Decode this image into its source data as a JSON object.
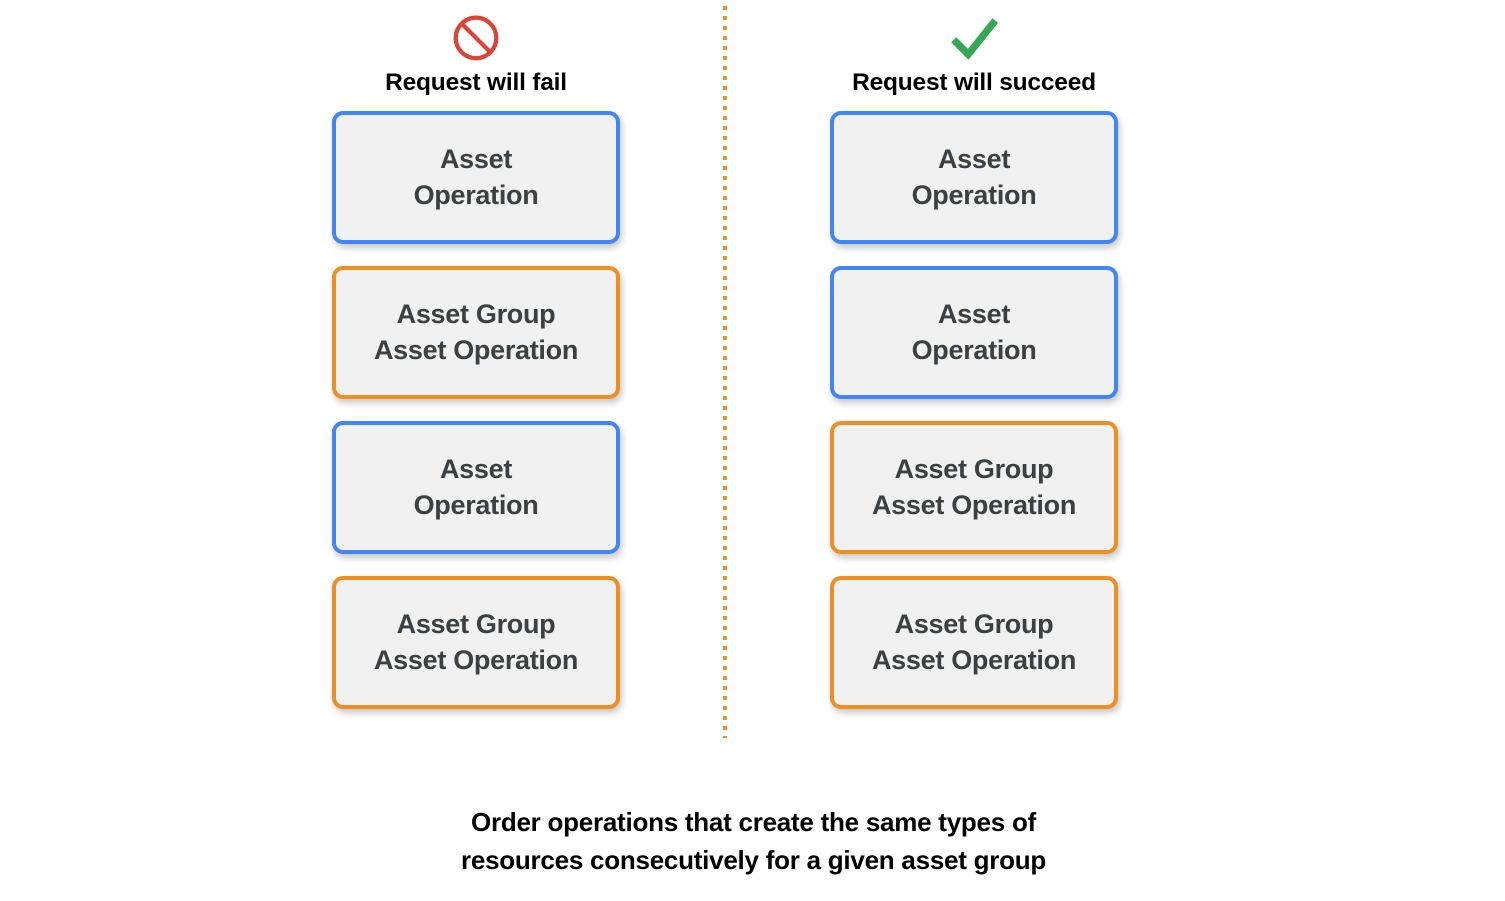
{
  "colors": {
    "blue": "#4285f4",
    "orange": "#ef8e23",
    "box_fill": "#f1f1f1",
    "box_text": "#3c4043",
    "fail_icon": "#db4437",
    "success_icon": "#34a853",
    "divider": "#e8922e",
    "background": "#ffffff"
  },
  "columns": [
    {
      "id": "fail",
      "icon": "prohibited-icon",
      "title": "Request will fail",
      "boxes": [
        {
          "label": "Asset\nOperation",
          "type": "asset-operation",
          "color": "blue"
        },
        {
          "label": "Asset Group\nAsset Operation",
          "type": "asset-group-asset-operation",
          "color": "orange"
        },
        {
          "label": "Asset\nOperation",
          "type": "asset-operation",
          "color": "blue"
        },
        {
          "label": "Asset Group\nAsset Operation",
          "type": "asset-group-asset-operation",
          "color": "orange"
        }
      ]
    },
    {
      "id": "succeed",
      "icon": "checkmark-icon",
      "title": "Request will succeed",
      "boxes": [
        {
          "label": "Asset\nOperation",
          "type": "asset-operation",
          "color": "blue"
        },
        {
          "label": "Asset\nOperation",
          "type": "asset-operation",
          "color": "blue"
        },
        {
          "label": "Asset Group\nAsset Operation",
          "type": "asset-group-asset-operation",
          "color": "orange"
        },
        {
          "label": "Asset Group\nAsset Operation",
          "type": "asset-group-asset-operation",
          "color": "orange"
        }
      ]
    }
  ],
  "caption": "Order operations that create the same types of\nresources consecutively for a given asset group"
}
